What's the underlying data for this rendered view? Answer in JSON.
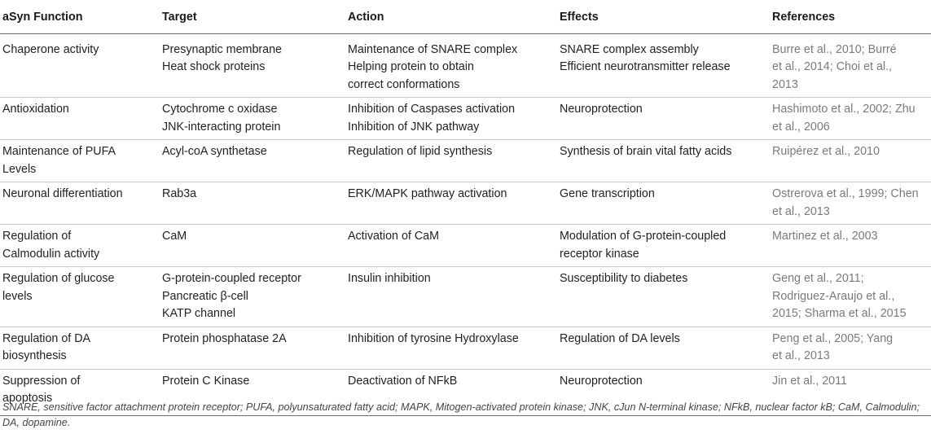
{
  "table": {
    "headers": [
      "aSyn Function",
      "Target",
      "Action",
      "Effects",
      "References"
    ],
    "rows": [
      {
        "function": [
          "Chaperone activity"
        ],
        "target": [
          "Presynaptic membrane",
          "Heat shock proteins"
        ],
        "action": [
          "Maintenance of SNARE complex",
          "Helping protein to obtain",
          "correct conformations"
        ],
        "effects": [
          "SNARE complex assembly",
          "Efficient neurotransmitter release"
        ],
        "references": [
          "Burre et al., 2010; Burré",
          "et al., 2014; Choi et al.,",
          "2013"
        ]
      },
      {
        "function": [
          "Antioxidation"
        ],
        "target": [
          "Cytochrome c oxidase",
          "JNK-interacting protein"
        ],
        "action": [
          "Inhibition of Caspases activation",
          "Inhibition of JNK pathway"
        ],
        "effects": [
          "Neuroprotection"
        ],
        "references": [
          "Hashimoto et al., 2002; Zhu",
          "et al., 2006"
        ]
      },
      {
        "function": [
          "Maintenance of PUFA",
          "Levels"
        ],
        "target": [
          "Acyl-coA synthetase"
        ],
        "action": [
          "Regulation of lipid synthesis"
        ],
        "effects": [
          "Synthesis of brain vital fatty acids"
        ],
        "references": [
          "Ruipérez et al., 2010"
        ]
      },
      {
        "function": [
          "Neuronal differentiation"
        ],
        "target": [
          "Rab3a"
        ],
        "action": [
          "ERK/MAPK pathway activation"
        ],
        "effects": [
          "Gene transcription"
        ],
        "references": [
          "Ostrerova et al., 1999; Chen",
          "et al., 2013"
        ]
      },
      {
        "function": [
          "Regulation of",
          "Calmodulin activity"
        ],
        "target": [
          "CaM"
        ],
        "action": [
          "Activation of CaM"
        ],
        "effects": [
          "Modulation of G-protein-coupled",
          "receptor kinase"
        ],
        "references": [
          "Martinez et al., 2003"
        ]
      },
      {
        "function": [
          "Regulation of glucose",
          "levels"
        ],
        "target": [
          "G-protein-coupled receptor",
          "Pancreatic β-cell",
          "KATP channel"
        ],
        "action": [
          "Insulin inhibition"
        ],
        "effects": [
          "Susceptibility to diabetes"
        ],
        "references": [
          "Geng et al., 2011;",
          "Rodriguez-Araujo et al.,",
          "2015; Sharma et al., 2015"
        ]
      },
      {
        "function": [
          "Regulation of DA",
          "biosynthesis"
        ],
        "target": [
          "Protein phosphatase 2A"
        ],
        "action": [
          "Inhibition of tyrosine Hydroxylase"
        ],
        "effects": [
          "Regulation of DA levels"
        ],
        "references": [
          "Peng et al., 2005; Yang",
          "et al., 2013"
        ]
      },
      {
        "function": [
          "Suppression of",
          "apoptosis"
        ],
        "target": [
          "Protein C Kinase"
        ],
        "action": [
          "Deactivation of NFkB"
        ],
        "effects": [
          "Neuroprotection"
        ],
        "references": [
          "Jin et al., 2011"
        ]
      }
    ]
  },
  "footnote": "SNARE, sensitive factor attachment protein receptor; PUFA, polyunsaturated fatty acid; MAPK, Mitogen-activated protein kinase; JNK, cJun N-terminal kinase; NFkB, nuclear factor kB; CaM, Calmodulin; DA, dopamine."
}
